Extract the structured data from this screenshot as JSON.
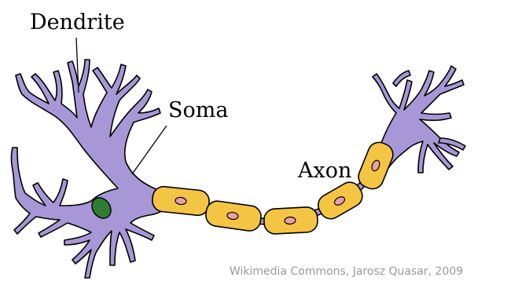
{
  "labels": {
    "dendrite": "Dendrite",
    "soma": "Soma",
    "axon": "Axon"
  },
  "credit": "Wikimedia Commons, Jarosz Quasar, 2009",
  "colors": {
    "neuron": "#a897d6",
    "myelin": "#f4c542",
    "node_nucleus": "#e9a0a7",
    "cell_nucleus": "#2e7d32"
  }
}
